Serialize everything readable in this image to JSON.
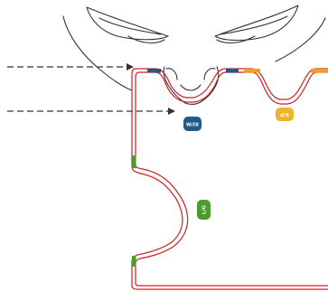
{
  "badges": {
    "upper_left": {
      "label": "W/IX",
      "color": "#1f5a8a"
    },
    "upper_right": {
      "label": "d/S",
      "color": "#f0b429"
    },
    "lower": {
      "label": "L/G",
      "color": "#4d9a2d"
    }
  },
  "colors": {
    "outline": "#cc2222",
    "sketch": "#333333",
    "arrow": "#333333",
    "accent_blue": "#1f5a8a",
    "accent_orange": "#f0a020",
    "accent_green": "#4d9a2d"
  }
}
